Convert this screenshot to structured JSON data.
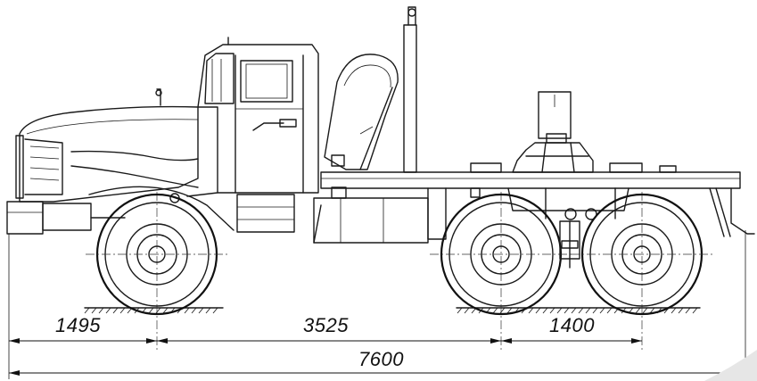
{
  "drawing": {
    "dimensions": {
      "front_overhang": "1495",
      "wheelbase_front": "3525",
      "rear_axle_spacing": "1400",
      "overall_length": "7600"
    }
  }
}
